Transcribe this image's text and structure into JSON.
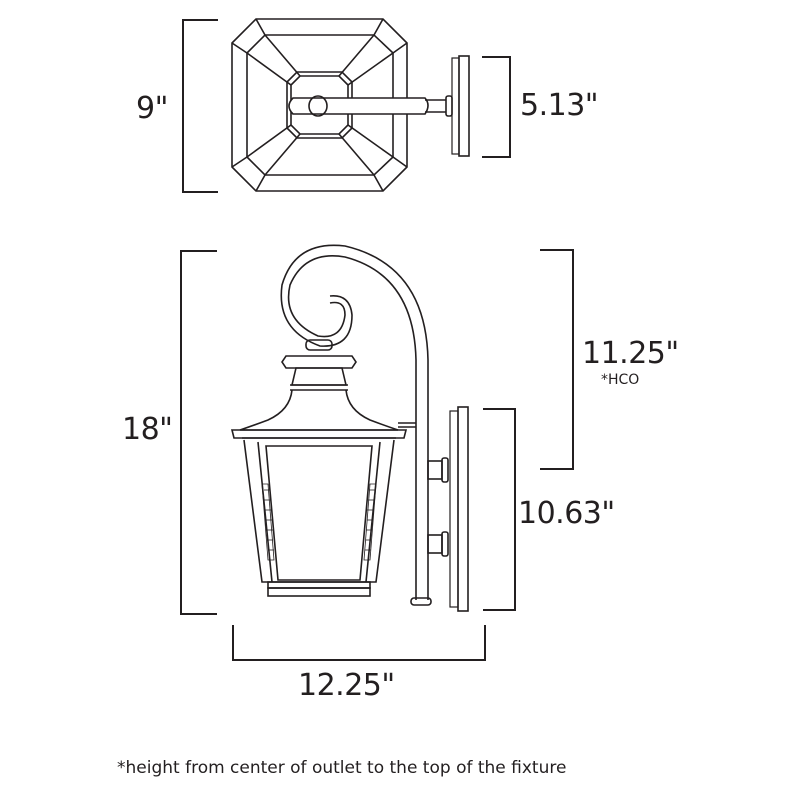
{
  "top_view": {
    "width_dim": "9\"",
    "backplate_dim": "5.13\""
  },
  "side_view": {
    "height_dim": "18\"",
    "hco_dim": "11.25\"",
    "hco_label": "*HCO",
    "backplate_dim": "10.63\"",
    "depth_dim": "12.25\""
  },
  "footnote": "*height from center of outlet to the top of the fixture",
  "colors": {
    "line": "#231f20",
    "background": "#ffffff"
  }
}
